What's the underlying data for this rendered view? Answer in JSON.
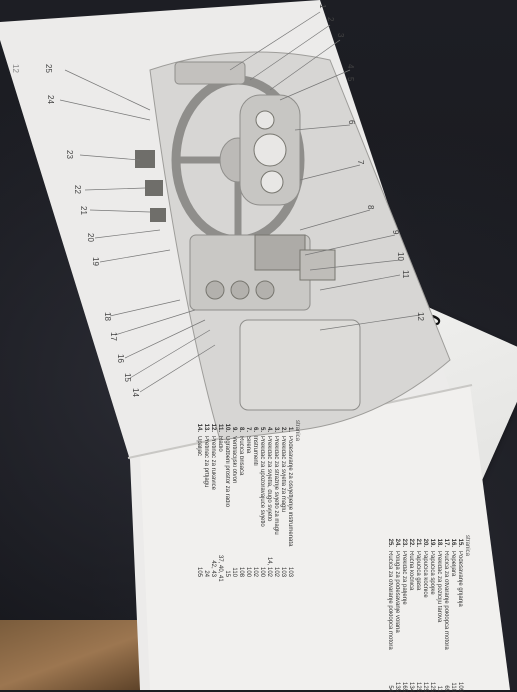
{
  "booklet": {
    "title_line1": "Radio",
    "title_line2": "CAR 300"
  },
  "manual": {
    "page_number": "12",
    "callouts": [
      "1",
      "2",
      "3",
      "4",
      "5",
      "6",
      "7",
      "8",
      "9",
      "10",
      "11",
      "12",
      "14",
      "15",
      "16",
      "17",
      "18",
      "19",
      "20",
      "21",
      "22",
      "23",
      "24",
      "25"
    ],
    "toc_column_head_1": "stranica",
    "toc_column_head_2": "stranica",
    "toc_left": [
      {
        "n": "1.",
        "t": "Podešavanje za osvjetljenje instrumenata",
        "p": "103"
      },
      {
        "n": "2.",
        "t": "Prekidač za svjetla za maglu",
        "p": "103"
      },
      {
        "n": "3.",
        "t": "Prekidač za stražnje svjetlo za maglu",
        "p": "102"
      },
      {
        "n": "4.",
        "t": "Prekidač za svjetla, dugo svjetlo",
        "p": "14, 102"
      },
      {
        "n": "5.",
        "t": "Prekidač za upozoravajuće svjetlo",
        "p": "100"
      },
      {
        "n": "6.",
        "t": "Instrumenti",
        "p": "102"
      },
      {
        "n": "7.",
        "t": "Sirena",
        "p": "100"
      },
      {
        "n": "8.",
        "t": "Ručica brisača",
        "p": "108"
      },
      {
        "n": "9.",
        "t": "Ventilacijski otvori",
        "p": "110"
      },
      {
        "n": "10.",
        "t": "Ugradbeni prostor za radio",
        "p": "15"
      },
      {
        "n": "11.",
        "t": "Radio",
        "p": "37, 40, 41"
      },
      {
        "n": "12.",
        "t": "Pretinac za rukavice",
        "p": "42, 43"
      },
      {
        "n": "13.",
        "t": "Pretinac za prtljagu",
        "p": "24"
      },
      {
        "n": "14.",
        "t": "Upaljač",
        "p": "105"
      }
    ],
    "toc_right": [
      {
        "n": "15.",
        "t": "Podešavanje grijanja",
        "p": "109"
      },
      {
        "n": "16.",
        "t": "Pepeljara",
        "p": "110"
      },
      {
        "n": "17.",
        "t": "Ručica za otvaranje poklopca motora",
        "p": "69"
      },
      {
        "n": "18.",
        "t": "Prekidač za poziciju farova",
        "p": "11"
      },
      {
        "n": "19.",
        "t": "Papučica spojke",
        "p": "125"
      },
      {
        "n": "20.",
        "t": "Papučica kočnice",
        "p": "125"
      },
      {
        "n": "21.",
        "t": "Papučica gasa",
        "p": "125"
      },
      {
        "n": "22.",
        "t": "Ručna kočnica",
        "p": "134"
      },
      {
        "n": "23.",
        "t": "Prekidač za paljenje",
        "p": "165"
      },
      {
        "n": "24.",
        "t": "Poluga za podešavanje volana",
        "p": "135"
      },
      {
        "n": "25.",
        "t": "Ručica za otvaranje poklopca motora",
        "p": "54"
      }
    ]
  }
}
